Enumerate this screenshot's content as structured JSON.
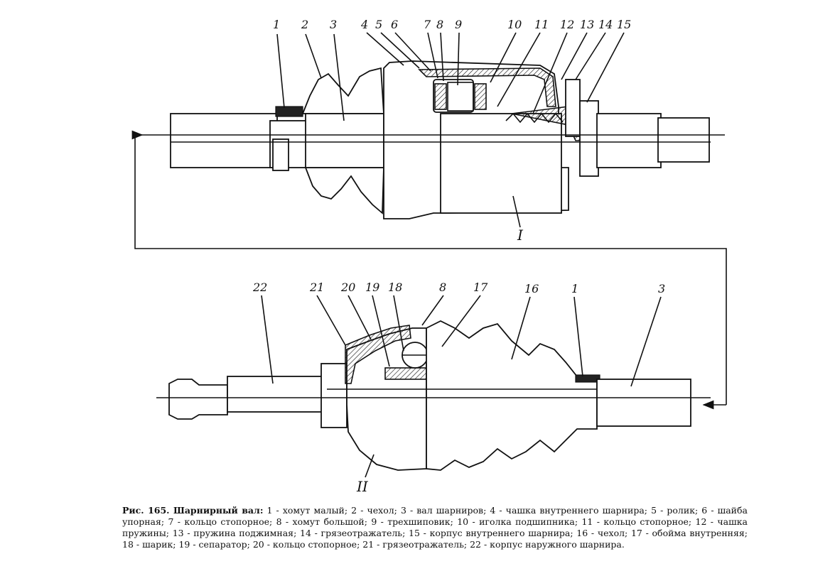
{
  "figure": {
    "callouts_top": [
      "1",
      "2",
      "3",
      "4",
      "5",
      "6",
      "7",
      "8",
      "9",
      "10",
      "11",
      "12",
      "13",
      "14",
      "15"
    ],
    "callouts_bottom": [
      "22",
      "21",
      "20",
      "19",
      "18",
      "8",
      "17",
      "16",
      "1",
      "3"
    ],
    "section_label_top": "I",
    "section_label_bottom": "II"
  },
  "caption": {
    "title": "Рис. 165. Шарнирный вал:",
    "text": " 1 - хомут малый; 2 - чехол; 3 - вал шарниров; 4 - чашка внутреннего шарнира; 5 - ролик; 6 - шайба упорная; 7 - кольцо стопорное; 8 - хомут большой; 9 - трехшиповик; 10 - иголка подшипника; 11 - кольцо стопорное; 12 - чашка пружины; 13 - пружина поджимная; 14 - грязеотражатель; 15 - корпус внутреннего шарнира; 16 - чехол; 17 - обойма внутренняя; 18 - шарик; 19 - сепаратор; 20 - кольцо стопорное; 21 - грязеотражатель; 22 - корпус наружного шарнира."
  }
}
